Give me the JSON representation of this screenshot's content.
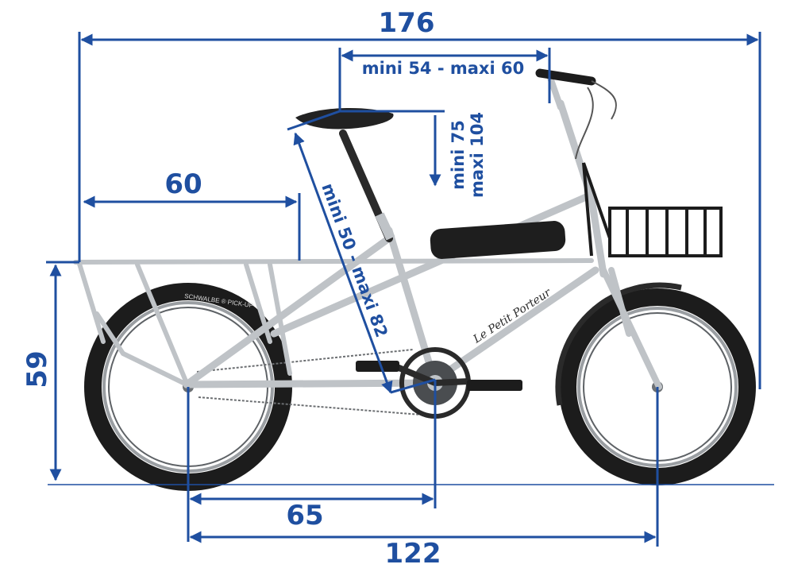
{
  "colors": {
    "dimension": "#1f4fa0",
    "frame": "#bfc3c7",
    "frame_dark": "#8e9296",
    "tire": "#1c1c1c",
    "rim": "#9a9ea2",
    "saddle": "#222222",
    "battery": "#1e1e1e",
    "background": "#ffffff"
  },
  "dimensions": {
    "overall_length": "176",
    "cockpit": "mini 54 - maxi 60",
    "saddle_drop_line1": "mini 75",
    "saddle_drop_line2": "maxi 104",
    "rear_rack": "60",
    "seat_tube": "mini 50 - maxi 82",
    "rack_height": "59",
    "rear_wheel_to_crank": "65",
    "wheelbase": "122"
  },
  "bike": {
    "brand_label": "Le Petit Porteur",
    "tire_label": "SCHWALBE ® PICK-UP"
  }
}
